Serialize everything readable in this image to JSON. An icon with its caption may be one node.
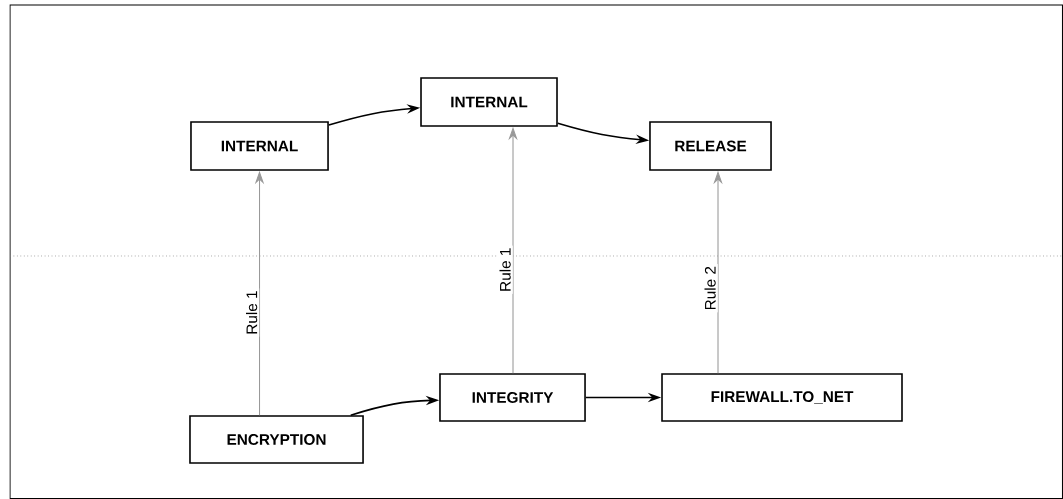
{
  "diagram": {
    "nodes": [
      {
        "text": [
          "INTERNAL"
        ]
      },
      {
        "text": [
          "INTERNAL"
        ]
      },
      {
        "text": [
          "RELEASE"
        ]
      },
      {
        "text": [
          "ENCRYPTION"
        ]
      },
      {
        "text": [
          "INTEGRITY"
        ]
      },
      {
        "text": [
          "FIREWALL.TO_NET"
        ]
      }
    ],
    "edges": [
      {
        "from": 0,
        "to": 1,
        "arrow": "to"
      },
      {
        "from": 1,
        "to": 2,
        "arrow": "to"
      },
      {
        "from": 3,
        "to": 4,
        "arrow": "to"
      },
      {
        "from": 4,
        "to": 5,
        "arrow": "to"
      },
      {
        "from": 3,
        "to": 0,
        "arrow": "to",
        "label": "Rule 1",
        "color": "#999999"
      },
      {
        "from": 4,
        "to": 1,
        "arrow": "to",
        "label": "Rule 1",
        "color": "#999999"
      },
      {
        "from": 5,
        "to": 2,
        "arrow": "to",
        "label": "Rule 2",
        "color": "#999999"
      }
    ]
  }
}
